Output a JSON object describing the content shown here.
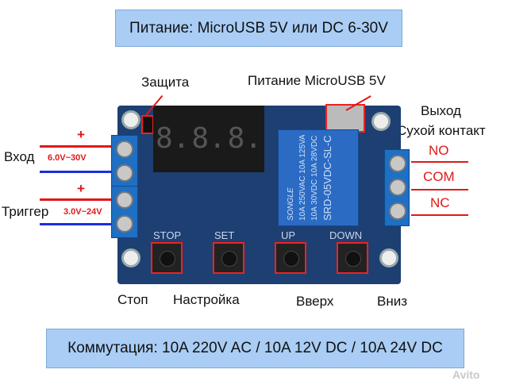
{
  "top_banner": "Питание: MicroUSB 5V или DC 6-30V",
  "bottom_banner": "Коммутация: 10A 220V AC / 10A 12V DC / 10A 24V DC",
  "labels": {
    "protection": "Защита",
    "microusb": "Питание MicroUSB 5V",
    "output_line1": "Выход",
    "output_line2": "Сухой контакт",
    "input": "Вход",
    "input_range": "6.0V~30V",
    "trigger": "Триггер",
    "trigger_range": "3.0V~24V",
    "plus": "+",
    "no": "NO",
    "com": "COM",
    "nc": "NC",
    "stop": "Стоп",
    "set": "Настройка",
    "up": "Вверх",
    "down": "Вниз"
  },
  "board": {
    "display": [
      "8.",
      "8.",
      "8."
    ],
    "silk_stop": "STOP",
    "silk_set": "SET",
    "silk_up": "UP",
    "silk_down": "DOWN",
    "relay_brand": "SONGLE",
    "relay_model": "SRD-05VDC-SL-C",
    "relay_rating1": "10A 250VAC 10A 125VAC",
    "relay_rating2": "10A 30VDC 10A 28VDC"
  },
  "watermark": "Avito",
  "colors": {
    "accent_red": "#e01818",
    "banner": "#a9cdf5",
    "board": "#1d3f72",
    "wire_blue": "#1a2ee0"
  }
}
